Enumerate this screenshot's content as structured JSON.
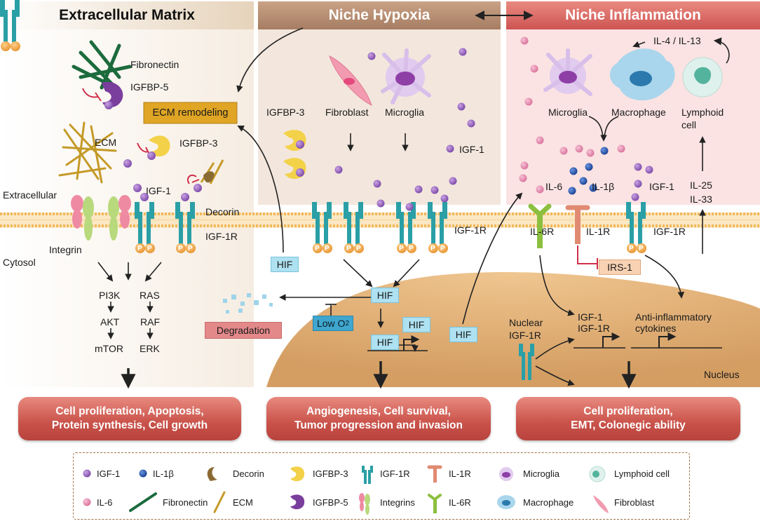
{
  "headers": {
    "ecm": "Extracellular Matrix",
    "hypoxia": "Niche Hypoxia",
    "inflammation": "Niche Inflammation"
  },
  "left": {
    "fibronectin": "Fibronectin",
    "igfbp5": "IGFBP-5",
    "ecm_remodeling": "ECM remodeling",
    "ecm": "ECM",
    "igfbp3": "IGFBP-3",
    "extracellular": "Extracellular",
    "igf1": "IGF-1",
    "decorin": "Decorin",
    "igf1r": "IGF-1R",
    "integrin": "Integrin",
    "cytosol": "Cytosol",
    "pi3k": "PI3K",
    "akt": "AKT",
    "mtor": "mTOR",
    "ras": "RAS",
    "raf": "RAF",
    "erk": "ERK"
  },
  "middle": {
    "igfbp3": "IGFBP-3",
    "fibroblast": "Fibroblast",
    "microglia": "Microglia",
    "igf1": "IGF-1",
    "igf1r": "IGF-1R",
    "hif": "HIF",
    "degradation": "Degradation",
    "low_o2": "Low O",
    "low_o2_sub": "2"
  },
  "right": {
    "il4_il13": "IL-4 / IL-13",
    "microglia": "Microglia",
    "macrophage": "Macrophage",
    "lymphoid_1": "Lymphoid",
    "lymphoid_2": "cell",
    "il6": "IL-6",
    "il1b": "IL-1β",
    "igf1": "IGF-1",
    "il25": "IL-25",
    "il33": "IL-33",
    "il6r": "IL-6R",
    "il1r": "IL-1R",
    "igf1r": "IGF-1R",
    "irs1": "IRS-1",
    "nuclear_1": "Nuclear",
    "nuclear_2": "IGF-1R",
    "gene_igf1": "IGF-1",
    "gene_igf1r": "IGF-1R",
    "anti_1": "Anti-inflammatory",
    "anti_2": "cytokines",
    "nucleus": "Nucleus"
  },
  "phospho": "P",
  "outcomes": {
    "left_1": "Cell proliferation, Apoptosis,",
    "left_2": "Protein synthesis, Cell growth",
    "mid_1": "Angiogenesis, Cell survival,",
    "mid_2": "Tumor progression and invasion",
    "right_1": "Cell proliferation,",
    "right_2": "EMT, Colonegic ability"
  },
  "legend": {
    "igf1": "IGF-1",
    "il1b": "IL-1β",
    "decorin": "Decorin",
    "igfbp3": "IGFBP-3",
    "igf1r": "IGF-1R",
    "il1r": "IL-1R",
    "microglia": "Microglia",
    "lymphoid": "Lymphoid cell",
    "il6": "IL-6",
    "fibronectin": "Fibronectin",
    "ecm": "ECM",
    "igfbp5": "IGFBP-5",
    "integrins": "Integrins",
    "il6r": "IL-6R",
    "macrophage": "Macrophage",
    "fibroblast": "Fibroblast"
  },
  "colors": {
    "igf1": "#8a55b5",
    "il1b": "#1f4fa8",
    "il6": "#e48db0",
    "hif_box": "#aee1f1",
    "header_ecm": "#e8d8c4",
    "header_hypoxia": "#b98f73",
    "header_inflammation": "#d9615e",
    "nucleus": "#ddb07a",
    "igf1r": "#2a9fa6",
    "il6r": "#8cbf3f",
    "il1r": "#e08a72",
    "phospho": "#f0a342",
    "outcome": "#c9524a",
    "inhibit": "#d0304a"
  }
}
